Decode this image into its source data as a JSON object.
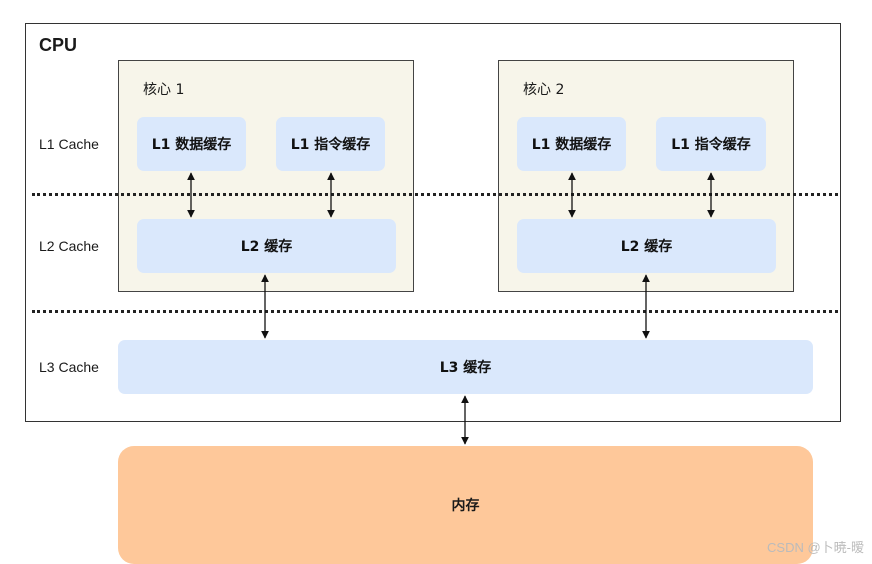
{
  "cpu": {
    "title": "CPU"
  },
  "cores": [
    {
      "title": "核心 1",
      "l1_data": "L1 数据缓存",
      "l1_inst": "L1 指令缓存",
      "l2": "L2 缓存"
    },
    {
      "title": "核心 2",
      "l1_data": "L1 数据缓存",
      "l1_inst": "L1 指令缓存",
      "l2": "L2 缓存"
    }
  ],
  "levels": {
    "l1": "L1 Cache",
    "l2": "L2 Cache",
    "l3": "L3 Cache"
  },
  "l3": "L3 缓存",
  "memory": "内存",
  "watermark": "CSDN @卜暁-暧",
  "colors": {
    "core_bg": "#f7f5ea",
    "cache_box": "#dae8fc",
    "memory_box": "#fec89a"
  }
}
